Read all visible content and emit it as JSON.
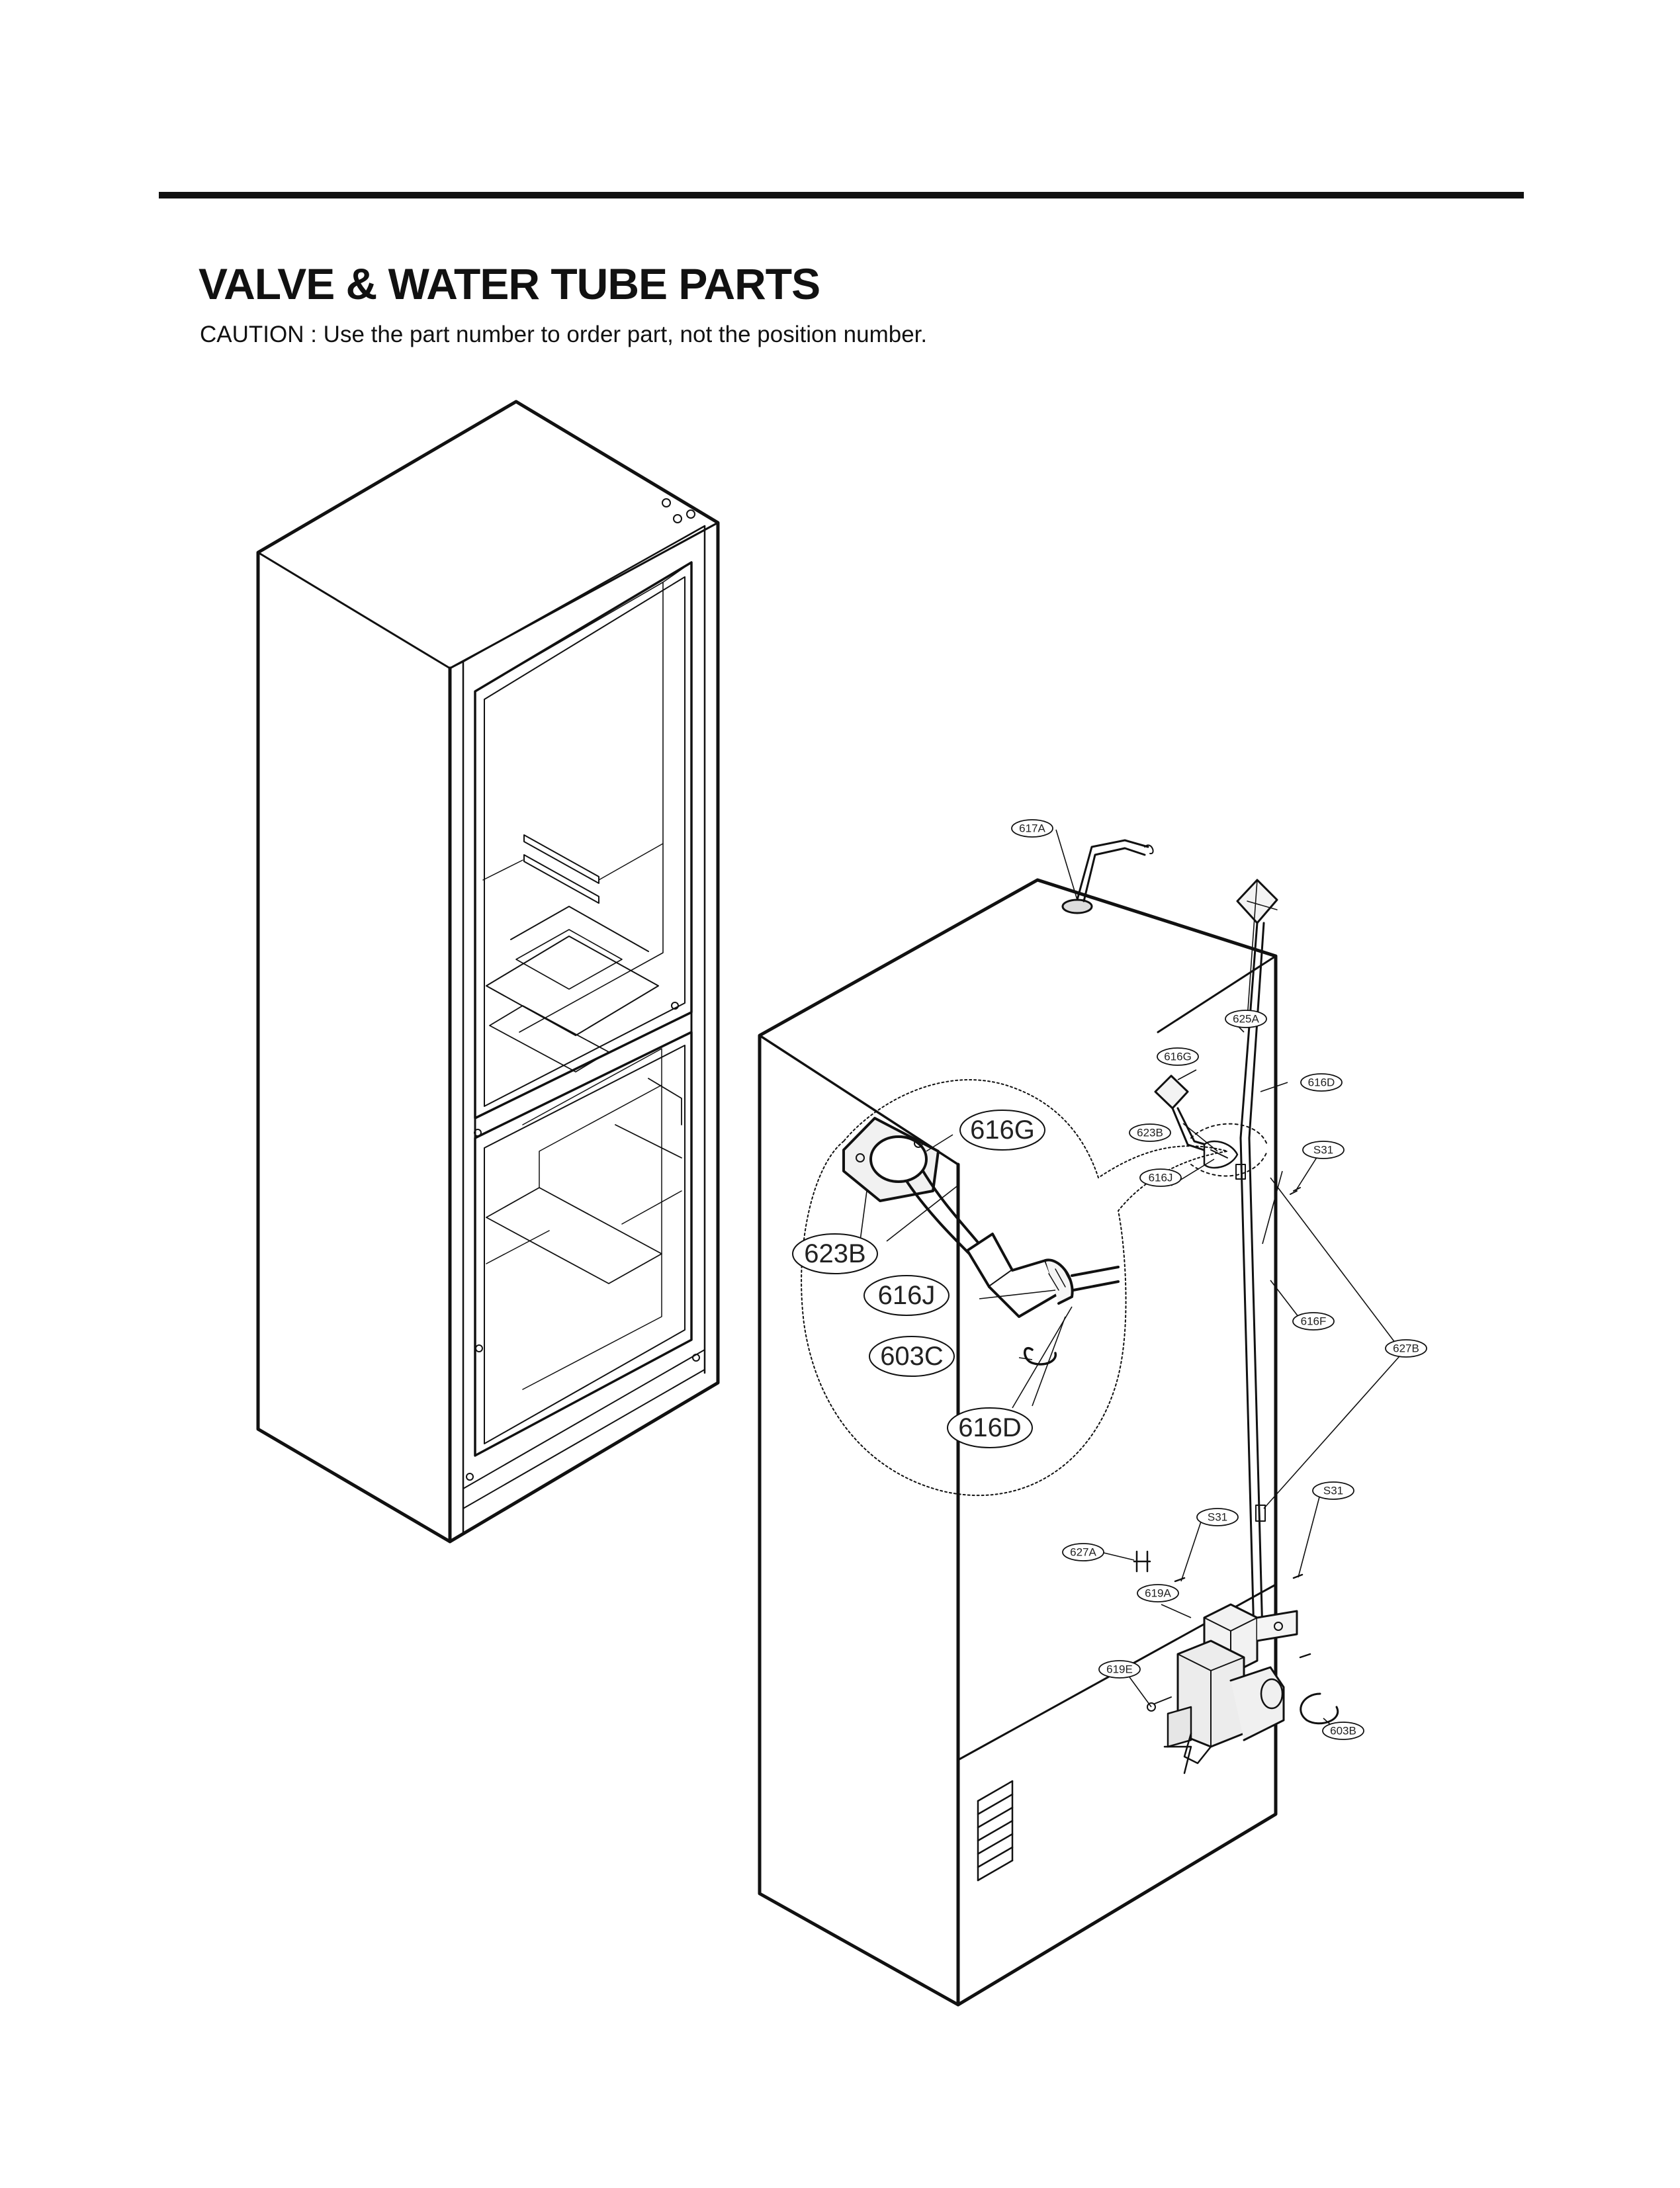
{
  "header": {
    "title": "VALVE & WATER TUBE PARTS",
    "caution": "CAUTION : Use the part number to order part, not the position number."
  },
  "callouts": {
    "small": {
      "c617A": "617A",
      "c625A": "625A",
      "c616G": "616G",
      "c623B": "623B",
      "c616D": "616D",
      "c616J": "616J",
      "cS31a": "S31",
      "c616F": "616F",
      "c627B": "627B",
      "cS31b": "S31",
      "cS31c": "S31",
      "c627A": "627A",
      "c619A": "619A",
      "c619E": "619E",
      "c603B": "603B"
    },
    "detail": {
      "d616G": "616G",
      "d623B": "623B",
      "d616J": "616J",
      "d603C": "603C",
      "d616D": "616D"
    }
  }
}
